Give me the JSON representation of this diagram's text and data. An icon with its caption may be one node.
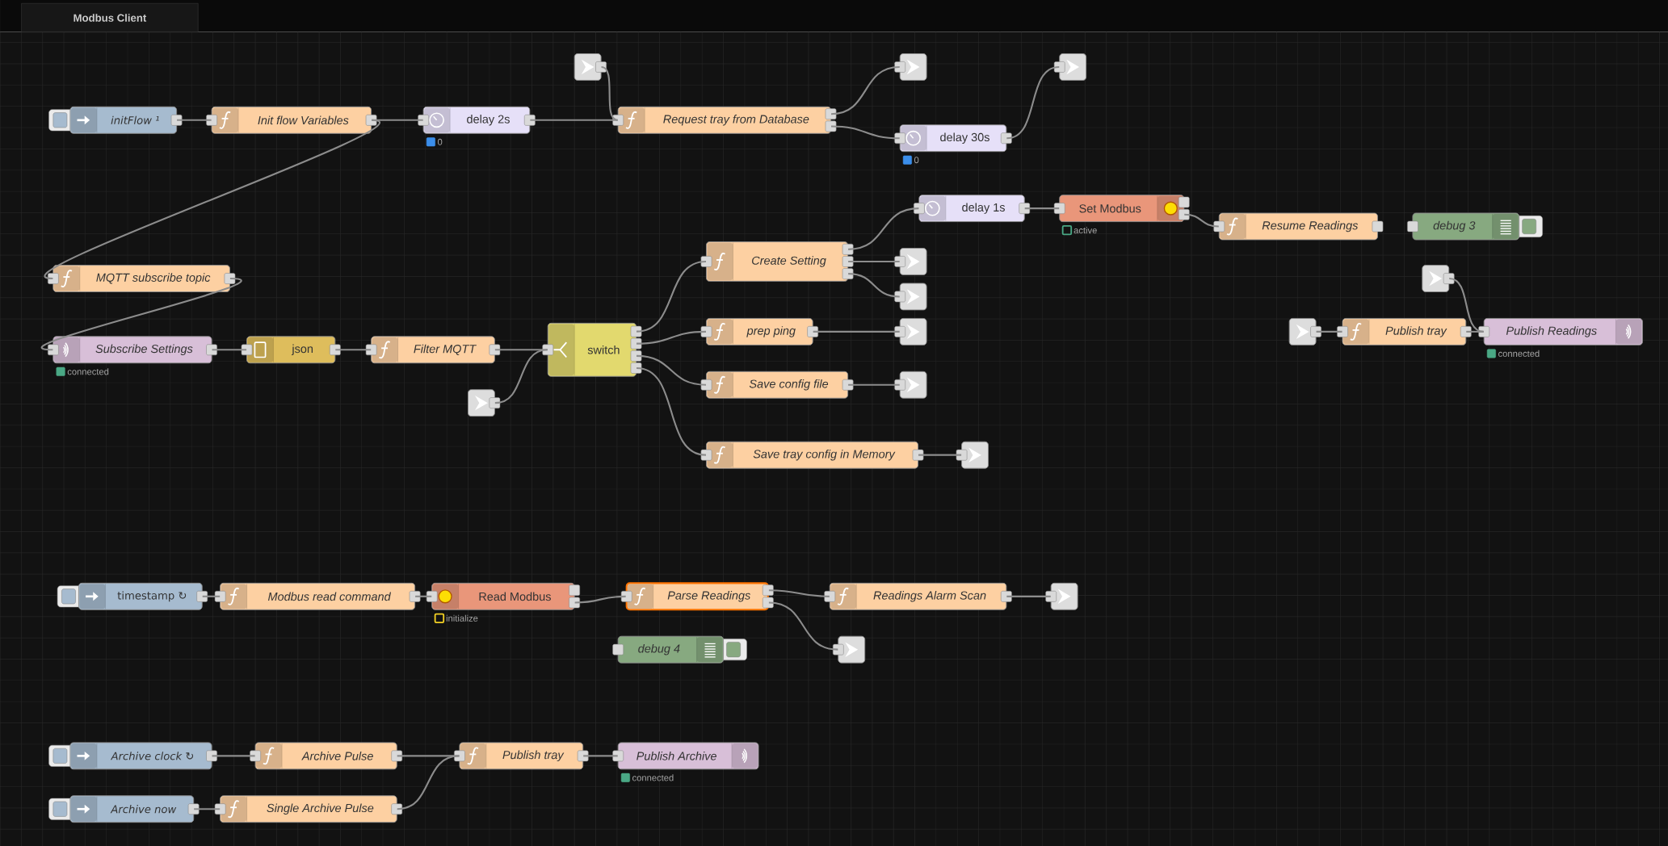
{
  "diagram": {
    "title": "Modbus Client",
    "nodes": [
      {
        "text": [
          "initFlow ¹"
        ]
      },
      {
        "text": [
          "Init flow Variables"
        ]
      },
      {
        "text": [
          "delay 2s"
        ],
        "beside": [
          "0"
        ]
      },
      {
        "text": [],
        "shape": "box"
      },
      {
        "text": [
          "Request tray from Database"
        ]
      },
      {
        "text": [],
        "shape": "box"
      },
      {
        "text": [
          "delay 30s"
        ],
        "beside": [
          "0"
        ]
      },
      {
        "text": [],
        "shape": "box"
      },
      {
        "text": [
          "MQTT subscribe topic"
        ]
      },
      {
        "text": [
          "Subscribe Settings"
        ],
        "beside": [
          "connected"
        ]
      },
      {
        "text": [
          "json"
        ]
      },
      {
        "text": [
          "Filter MQTT"
        ]
      },
      {
        "text": [
          "switch"
        ]
      },
      {
        "text": [],
        "shape": "box"
      },
      {
        "text": [
          "Create Setting"
        ]
      },
      {
        "text": [
          "delay 1s"
        ]
      },
      {
        "text": [
          "Set Modbus"
        ],
        "beside": [
          "active"
        ]
      },
      {
        "text": [
          "Resume Readings"
        ]
      },
      {
        "text": [
          "debug 3"
        ]
      },
      {
        "text": [],
        "shape": "box"
      },
      {
        "text": [],
        "shape": "box"
      },
      {
        "text": [
          "prep ping"
        ]
      },
      {
        "text": [],
        "shape": "box"
      },
      {
        "text": [
          "Save config file"
        ]
      },
      {
        "text": [],
        "shape": "box"
      },
      {
        "text": [
          "Save tray config in Memory"
        ]
      },
      {
        "text": [],
        "shape": "box"
      },
      {
        "text": [],
        "shape": "box"
      },
      {
        "text": [],
        "shape": "box"
      },
      {
        "text": [
          "Publish tray"
        ]
      },
      {
        "text": [
          "Publish Readings"
        ],
        "beside": [
          "connected"
        ]
      },
      {
        "text": [
          "timestamp ↻"
        ]
      },
      {
        "text": [
          "Modbus read command"
        ]
      },
      {
        "text": [
          "Read Modbus"
        ],
        "beside": [
          "initialize"
        ]
      },
      {
        "text": [
          "Parse Readings"
        ]
      },
      {
        "text": [
          "Readings Alarm Scan"
        ]
      },
      {
        "text": [],
        "shape": "box"
      },
      {
        "text": [],
        "shape": "box"
      },
      {
        "text": [
          "debug 4"
        ]
      },
      {
        "text": [
          "Archive clock ↻"
        ]
      },
      {
        "text": [
          "Archive Pulse"
        ]
      },
      {
        "text": [
          "Publish tray"
        ]
      },
      {
        "text": [
          "Publish Archive"
        ],
        "beside": [
          "connected"
        ]
      },
      {
        "text": [
          "Archive now"
        ]
      },
      {
        "text": [
          "Single Archive Pulse"
        ]
      }
    ],
    "edges": [
      {
        "from": 0,
        "to": 1,
        "arrow": "none"
      },
      {
        "from": 1,
        "to": 2,
        "arrow": "none"
      },
      {
        "from": 1,
        "to": 8,
        "arrow": "none"
      },
      {
        "from": 2,
        "to": 4,
        "arrow": "none"
      },
      {
        "from": 3,
        "to": 4,
        "arrow": "none"
      },
      {
        "from": 4,
        "to": 5,
        "arrow": "none"
      },
      {
        "from": 4,
        "to": 6,
        "arrow": "none"
      },
      {
        "from": 6,
        "to": 7,
        "arrow": "none"
      },
      {
        "from": 8,
        "to": 9,
        "arrow": "none"
      },
      {
        "from": 9,
        "to": 10,
        "arrow": "none"
      },
      {
        "from": 10,
        "to": 11,
        "arrow": "none"
      },
      {
        "from": 11,
        "to": 12,
        "arrow": "none"
      },
      {
        "from": 13,
        "to": 12,
        "arrow": "none"
      },
      {
        "from": 12,
        "to": 14,
        "arrow": "none"
      },
      {
        "from": 12,
        "to": 21,
        "arrow": "none"
      },
      {
        "from": 12,
        "to": 23,
        "arrow": "none"
      },
      {
        "from": 12,
        "to": 25,
        "arrow": "none"
      },
      {
        "from": 14,
        "to": 15,
        "arrow": "none"
      },
      {
        "from": 14,
        "to": 19,
        "arrow": "none"
      },
      {
        "from": 14,
        "to": 20,
        "arrow": "none"
      },
      {
        "from": 15,
        "to": 16,
        "arrow": "none"
      },
      {
        "from": 16,
        "to": 17,
        "arrow": "none"
      },
      {
        "from": 21,
        "to": 22,
        "arrow": "none"
      },
      {
        "from": 23,
        "to": 24,
        "arrow": "none"
      },
      {
        "from": 25,
        "to": 26,
        "arrow": "none"
      },
      {
        "from": 27,
        "to": 30,
        "arrow": "none"
      },
      {
        "from": 28,
        "to": 29,
        "arrow": "none"
      },
      {
        "from": 29,
        "to": 30,
        "arrow": "none"
      },
      {
        "from": 31,
        "to": 32,
        "arrow": "none"
      },
      {
        "from": 32,
        "to": 33,
        "arrow": "none"
      },
      {
        "from": 33,
        "to": 34,
        "arrow": "none"
      },
      {
        "from": 34,
        "to": 35,
        "arrow": "none"
      },
      {
        "from": 34,
        "to": 37,
        "arrow": "none"
      },
      {
        "from": 35,
        "to": 36,
        "arrow": "none"
      },
      {
        "from": 39,
        "to": 40,
        "arrow": "none"
      },
      {
        "from": 40,
        "to": 41,
        "arrow": "none"
      },
      {
        "from": 43,
        "to": 44,
        "arrow": "none"
      },
      {
        "from": 44,
        "to": 41,
        "arrow": "none"
      },
      {
        "from": 41,
        "to": 42,
        "arrow": "none"
      }
    ]
  }
}
